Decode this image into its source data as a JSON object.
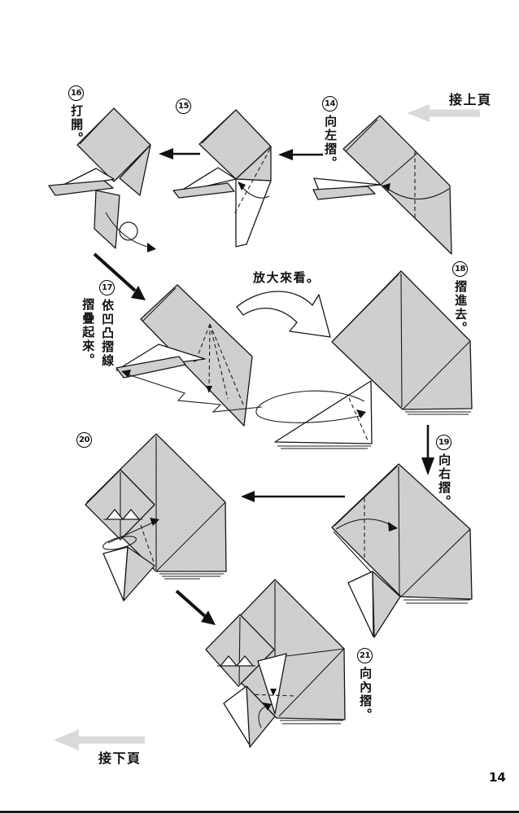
{
  "page": {
    "number": "14"
  },
  "nav": {
    "prev": "接上頁",
    "next": "接下頁"
  },
  "note": {
    "zoom": "放大來看。"
  },
  "steps": [
    {
      "num": "14",
      "label": "向左摺。"
    },
    {
      "num": "15",
      "label": ""
    },
    {
      "num": "16",
      "label": "打開。"
    },
    {
      "num": "17",
      "label": "依凹凸摺線",
      "label2": "摺疊起來。"
    },
    {
      "num": "18",
      "label": "摺進去。"
    },
    {
      "num": "19",
      "label": "向右摺。"
    },
    {
      "num": "20",
      "label": ""
    },
    {
      "num": "21",
      "label": "向內摺。"
    }
  ]
}
